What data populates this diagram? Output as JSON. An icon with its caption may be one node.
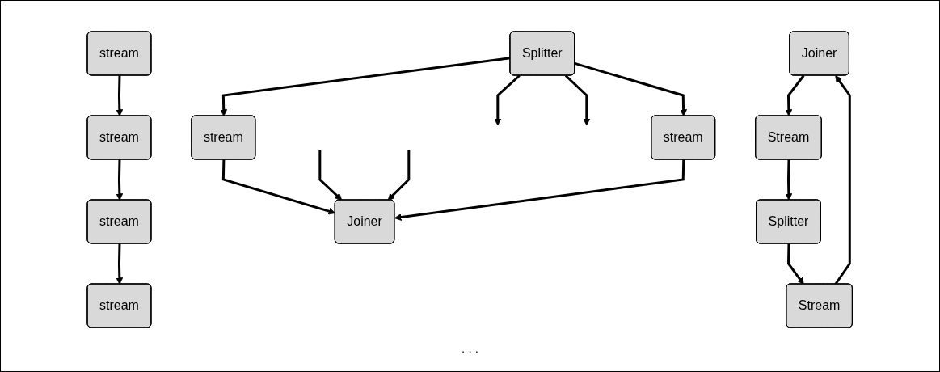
{
  "diagram": {
    "nodes": [
      {
        "text": [
          "stream"
        ]
      },
      {
        "text": [
          "stream"
        ]
      },
      {
        "text": [
          "stream"
        ]
      },
      {
        "text": [
          "stream"
        ]
      },
      {
        "text": [
          "Splitter"
        ]
      },
      {
        "text": [
          "stream"
        ]
      },
      {
        "text": [
          "stream"
        ]
      },
      {
        "text": [
          "Joiner"
        ]
      },
      {
        "text": [
          "Joiner"
        ]
      },
      {
        "text": [
          "Stream"
        ]
      },
      {
        "text": [
          "Splitter"
        ]
      },
      {
        "text": [
          "Stream"
        ]
      }
    ],
    "edges": [
      {
        "from": 0,
        "to": 1,
        "arrow": "to"
      },
      {
        "from": 1,
        "to": 2,
        "arrow": "to"
      },
      {
        "from": 2,
        "to": 3,
        "arrow": "to"
      },
      {
        "from": 4,
        "to": 5,
        "arrow": "to"
      },
      {
        "from": 4,
        "to": null,
        "arrow": "to"
      },
      {
        "from": 4,
        "to": null,
        "arrow": "to"
      },
      {
        "from": 4,
        "to": 6,
        "arrow": "to"
      },
      {
        "from": 5,
        "to": 7,
        "arrow": "to"
      },
      {
        "from": null,
        "to": 7,
        "arrow": "to"
      },
      {
        "from": null,
        "to": 7,
        "arrow": "to"
      },
      {
        "from": 6,
        "to": 7,
        "arrow": "to"
      },
      {
        "from": 8,
        "to": 9,
        "arrow": "to"
      },
      {
        "from": 9,
        "to": 10,
        "arrow": "to"
      },
      {
        "from": 10,
        "to": 11,
        "arrow": "to"
      },
      {
        "from": 11,
        "to": 8,
        "arrow": "to"
      }
    ],
    "labels": [
      ". . ."
    ]
  }
}
